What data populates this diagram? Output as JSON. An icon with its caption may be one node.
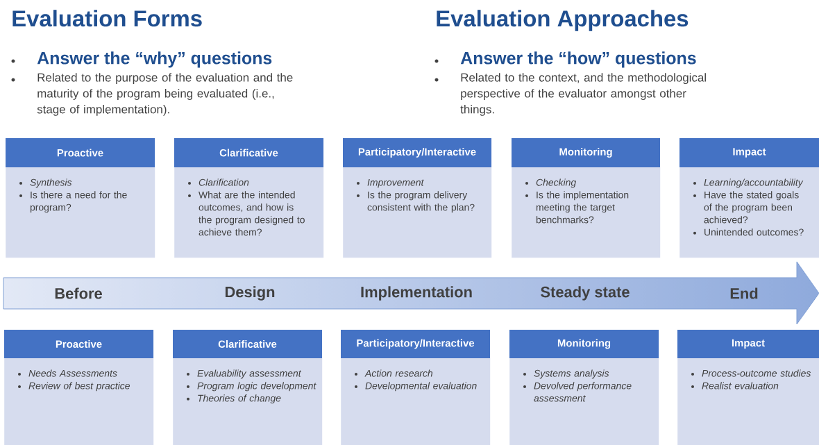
{
  "diagram": {
    "nodes": [
      {
        "text": [
          "Proactive",
          "*Synthesis*",
          "Is there a need for the program?"
        ]
      },
      {
        "text": [
          "Clarificative",
          "*Clarification*",
          "What are the intended outcomes, and how is the program designed to achieve them?"
        ]
      },
      {
        "text": [
          "Participatory/Interactive",
          "*Improvement*",
          "Is the program delivery consistent with the plan?"
        ]
      },
      {
        "text": [
          "Monitoring",
          "*Checking*",
          "Is the implementation meeting the target benchmarks?"
        ]
      },
      {
        "text": [
          "Impact",
          "*Learning/accountability*",
          "Have the stated goals of the program been achieved?",
          "Unintended outcomes?"
        ]
      },
      {
        "text": [
          "Before",
          "Design",
          "Implementation",
          "Steady state",
          "End"
        ]
      },
      {
        "text": [
          "Proactive",
          "*Needs Assessments*",
          "*Review of best practice*"
        ]
      },
      {
        "text": [
          "Clarificative",
          "*Evaluability assessment*",
          "*Program logic development*",
          "*Theories of change*"
        ]
      },
      {
        "text": [
          "Participatory/Interactive",
          "*Action research*",
          "*Developmental evaluation*"
        ]
      },
      {
        "text": [
          "Monitoring",
          "*Systems analysis*",
          "*Devolved performance assessment*"
        ]
      },
      {
        "text": [
          "Impact",
          "*Process-outcome studies*",
          "*Realist evaluation*"
        ]
      }
    ],
    "labels": [
      "Evaluation Forms",
      "Answer the “why” questions",
      "Related to the purpose of the evaluation and the maturity of the program being evaluated (i.e., stage of implementation).",
      "Evaluation Approaches",
      "Answer the “how” questions",
      "Related to the context, and the methodological perspective of the evaluator amongst other things."
    ]
  }
}
